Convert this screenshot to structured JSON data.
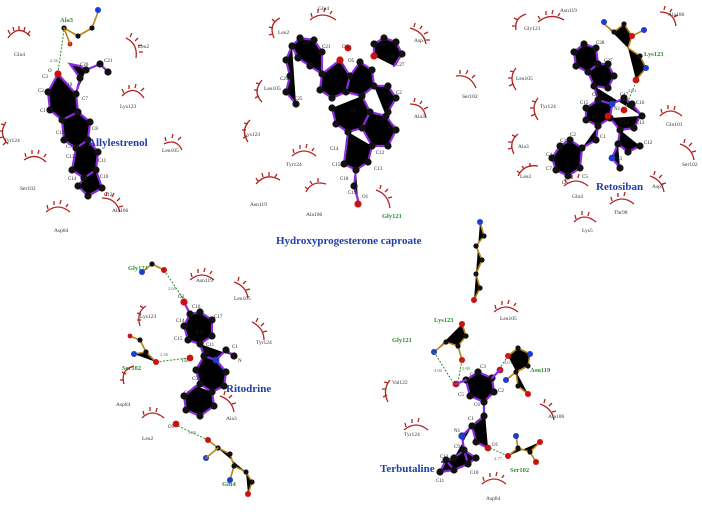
{
  "figure": {
    "panels": [
      {
        "id": "allylestrenol",
        "title": "Allylestrenol",
        "title_color": "#1f3ea8",
        "green_residues": [
          "Ala3"
        ],
        "hbond_distances": [
          "2.26"
        ],
        "residues": [
          "Gln4",
          "Leu2",
          "Lys123",
          "Leu105",
          "Tyr124",
          "Ser102",
          "Ala106",
          "Asp84"
        ],
        "atoms": [
          "C18",
          "C19",
          "C20",
          "C21",
          "C8",
          "C9",
          "C10",
          "C13",
          "C12",
          "C11",
          "C14",
          "C15",
          "C16",
          "C17",
          "C1",
          "C2",
          "C3",
          "C4",
          "C5",
          "C6",
          "C7",
          "O"
        ]
      },
      {
        "id": "hydroxyprogesterone",
        "title": "Hydroxyprogesterone caproate",
        "title_color": "#1f3ea8",
        "green_residues": [
          "Gly121"
        ],
        "hbond_distances": [],
        "residues": [
          "Gln4",
          "Leu2",
          "Asp7",
          "Leu105",
          "Ser102",
          "Lys123",
          "Ala3",
          "Tyr124",
          "Asn119",
          "Ala106",
          "Gly121"
        ],
        "atoms": [
          "O3",
          "O4",
          "O5",
          "C21",
          "C22",
          "C23",
          "C24",
          "C25",
          "C26",
          "C27",
          "C20",
          "C2",
          "C10",
          "C11",
          "C8",
          "C9",
          "C12",
          "C13",
          "C14",
          "C15",
          "C16",
          "C18",
          "C19",
          "O1"
        ]
      },
      {
        "id": "retosiban",
        "title": "Retosiban",
        "title_color": "#1f3ea8",
        "green_residues": [
          "Lys123"
        ],
        "hbond_distances": [
          "2.84"
        ],
        "residues": [
          "Asn119",
          "Ala106",
          "Gly121",
          "Leu105",
          "Tyr124",
          "Gln101",
          "Ala3",
          "Ser102",
          "Leu2",
          "Asp7",
          "Gln4",
          "Thr98",
          "Lys5"
        ],
        "atoms": [
          "C28",
          "C27",
          "C19",
          "C18",
          "C17",
          "C16",
          "C13",
          "C12",
          "C14",
          "C15",
          "C1",
          "C2",
          "C3",
          "C4",
          "C7",
          "C6",
          "C5",
          "C10",
          "N1",
          "N3",
          "O2",
          "O5",
          "C32",
          "C31"
        ]
      },
      {
        "id": "ritodrine",
        "title": "Ritodrine",
        "title_color": "#1f3ea8",
        "green_residues": [
          "Gly121",
          "Ser102",
          "Gln4"
        ],
        "hbond_distances": [
          "2.65",
          "2.56",
          "3.05"
        ],
        "residues": [
          "Asn119",
          "Leu105",
          "Lys123",
          "Tyr124",
          "Asp84",
          "Ala3",
          "Leu2"
        ],
        "atoms": [
          "O3",
          "C16",
          "C17",
          "C14",
          "C15",
          "C12",
          "C11",
          "C1",
          "C2",
          "C4",
          "C5",
          "C6",
          "C7",
          "C8",
          "C9",
          "N",
          "O2",
          "O1"
        ]
      },
      {
        "id": "terbutaline",
        "title": "Terbutaline",
        "title_color": "#1f3ea8",
        "green_residues": [
          "Lys123",
          "Gly121",
          "Asn119",
          "Ser102"
        ],
        "hbond_distances": [
          "3.00",
          "2.88",
          "3.03",
          "2.77"
        ],
        "residues": [
          "Leu105",
          "Val122",
          "Tyr124",
          "Ala106",
          "Asp84"
        ],
        "atoms": [
          "C1",
          "C2",
          "C3",
          "C4",
          "C5",
          "C6",
          "C7",
          "C8",
          "C9",
          "C10",
          "C11",
          "C12",
          "N1",
          "O1",
          "O2",
          "O3"
        ]
      }
    ]
  }
}
